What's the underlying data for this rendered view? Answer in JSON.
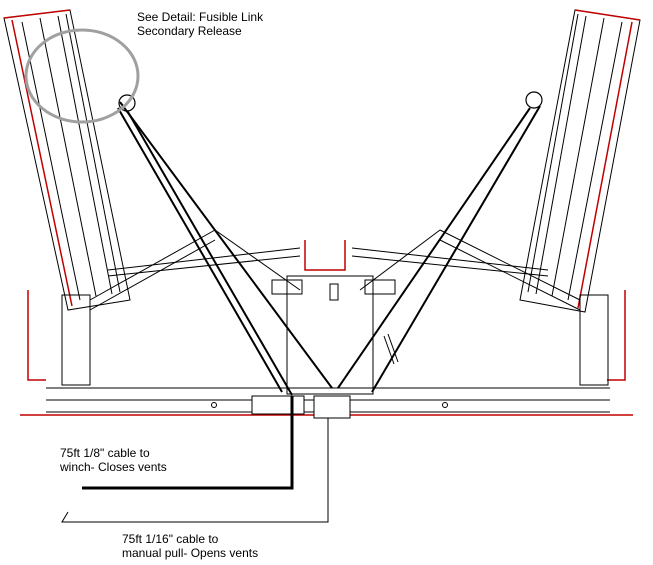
{
  "detail_callout": {
    "line1": "See Detail: Fusible Link",
    "line2": "Secondary Release"
  },
  "winch_cable_note": {
    "line1": "75ft 1/8\" cable to",
    "line2": "winch- Closes vents"
  },
  "manual_cable_note": {
    "line1": "75ft 1/16\" cable to",
    "line2": "manual pull- Opens vents"
  },
  "colors": {
    "frame_red": "#c00000",
    "line": "#000000",
    "callout_circle": "#a0a0a0"
  }
}
